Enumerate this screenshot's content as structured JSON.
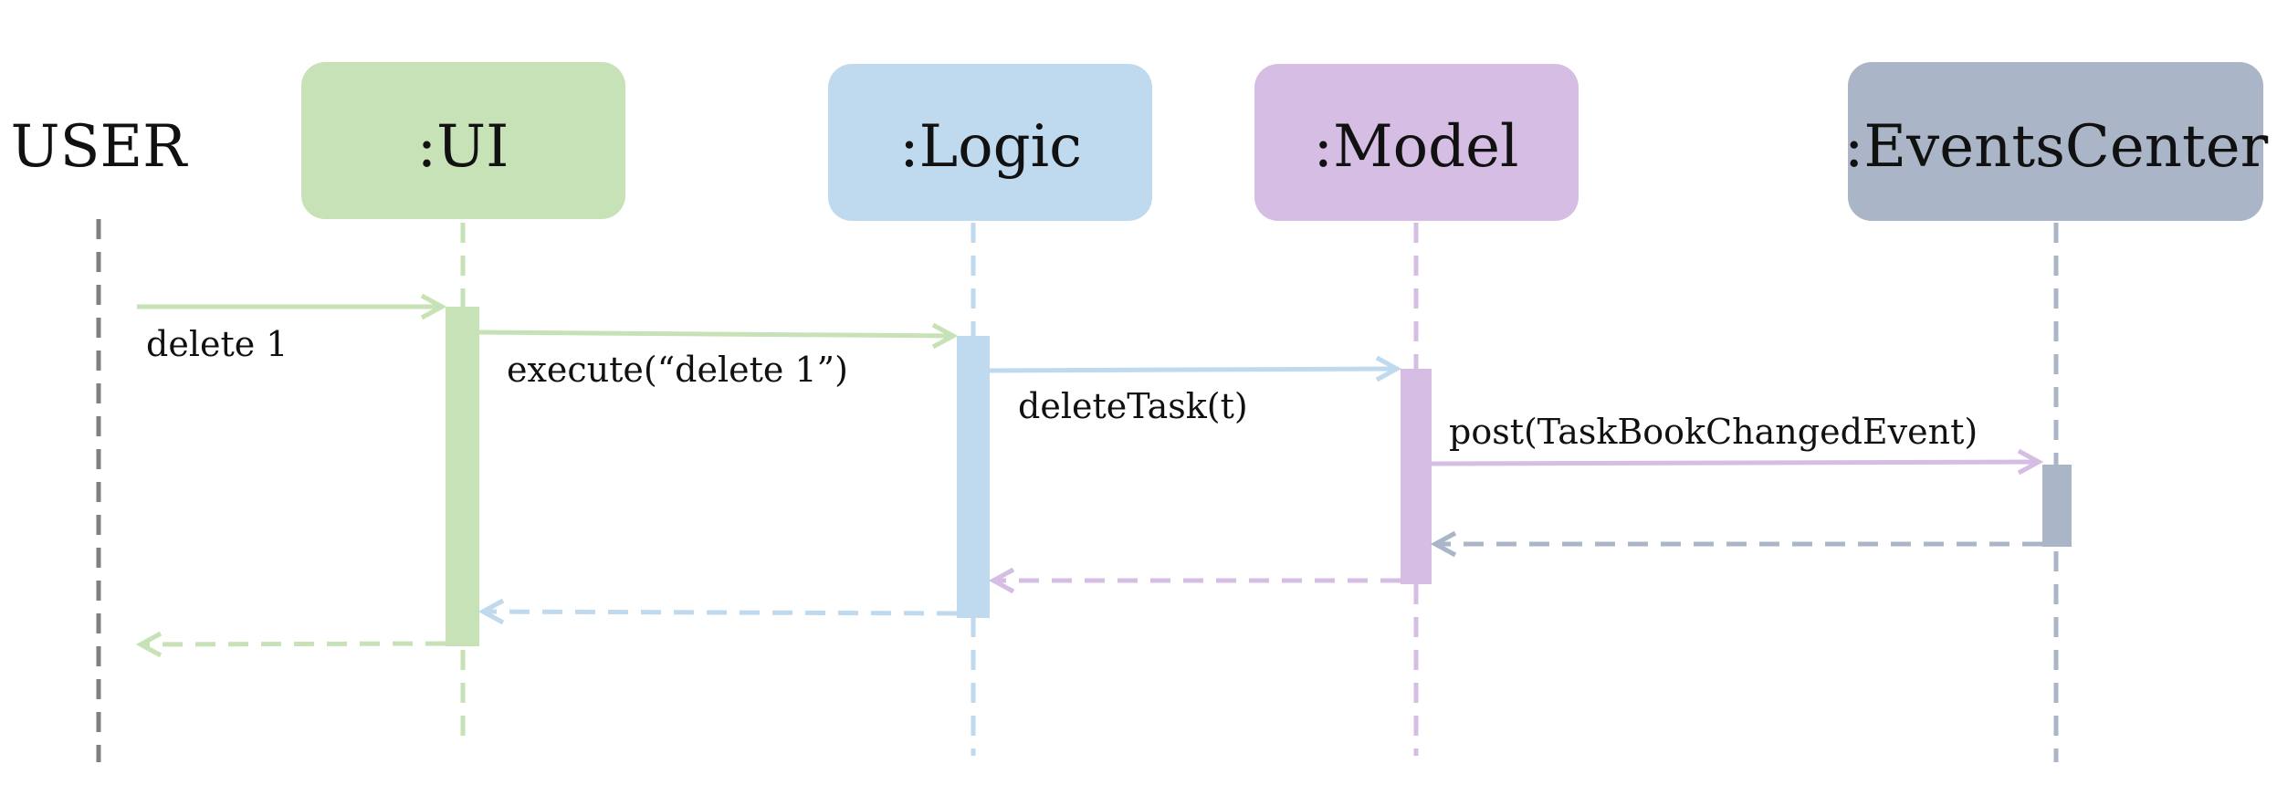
{
  "participants": [
    {
      "id": "user",
      "label": "USER",
      "color": "#808080",
      "boxed": false
    },
    {
      "id": "ui",
      "label": ":UI",
      "color": "#c6e2b6",
      "boxed": true
    },
    {
      "id": "logic",
      "label": ":Logic",
      "color": "#bfd9ef",
      "boxed": true
    },
    {
      "id": "model",
      "label": ":Model",
      "color": "#d5bde3",
      "boxed": true
    },
    {
      "id": "events",
      "label": ":EventsCenter",
      "color": "#aab6c8",
      "boxed": true
    }
  ],
  "messages": [
    {
      "from": "user",
      "to": "ui",
      "label": "delete 1",
      "kind": "call",
      "color": "#c6e2b6"
    },
    {
      "from": "ui",
      "to": "logic",
      "label": "execute(“delete 1”)",
      "kind": "call",
      "color": "#c6e2b6"
    },
    {
      "from": "logic",
      "to": "model",
      "label": "deleteTask(t)",
      "kind": "call",
      "color": "#bfd9ef"
    },
    {
      "from": "model",
      "to": "events",
      "label": "post(TaskBookChangedEvent)",
      "kind": "call",
      "color": "#d5bde3"
    },
    {
      "from": "events",
      "to": "model",
      "label": "",
      "kind": "return",
      "color": "#aab6c8"
    },
    {
      "from": "model",
      "to": "logic",
      "label": "",
      "kind": "return",
      "color": "#d5bde3"
    },
    {
      "from": "logic",
      "to": "ui",
      "label": "",
      "kind": "return",
      "color": "#bfd9ef"
    },
    {
      "from": "ui",
      "to": "user",
      "label": "",
      "kind": "return",
      "color": "#c6e2b6"
    }
  ]
}
